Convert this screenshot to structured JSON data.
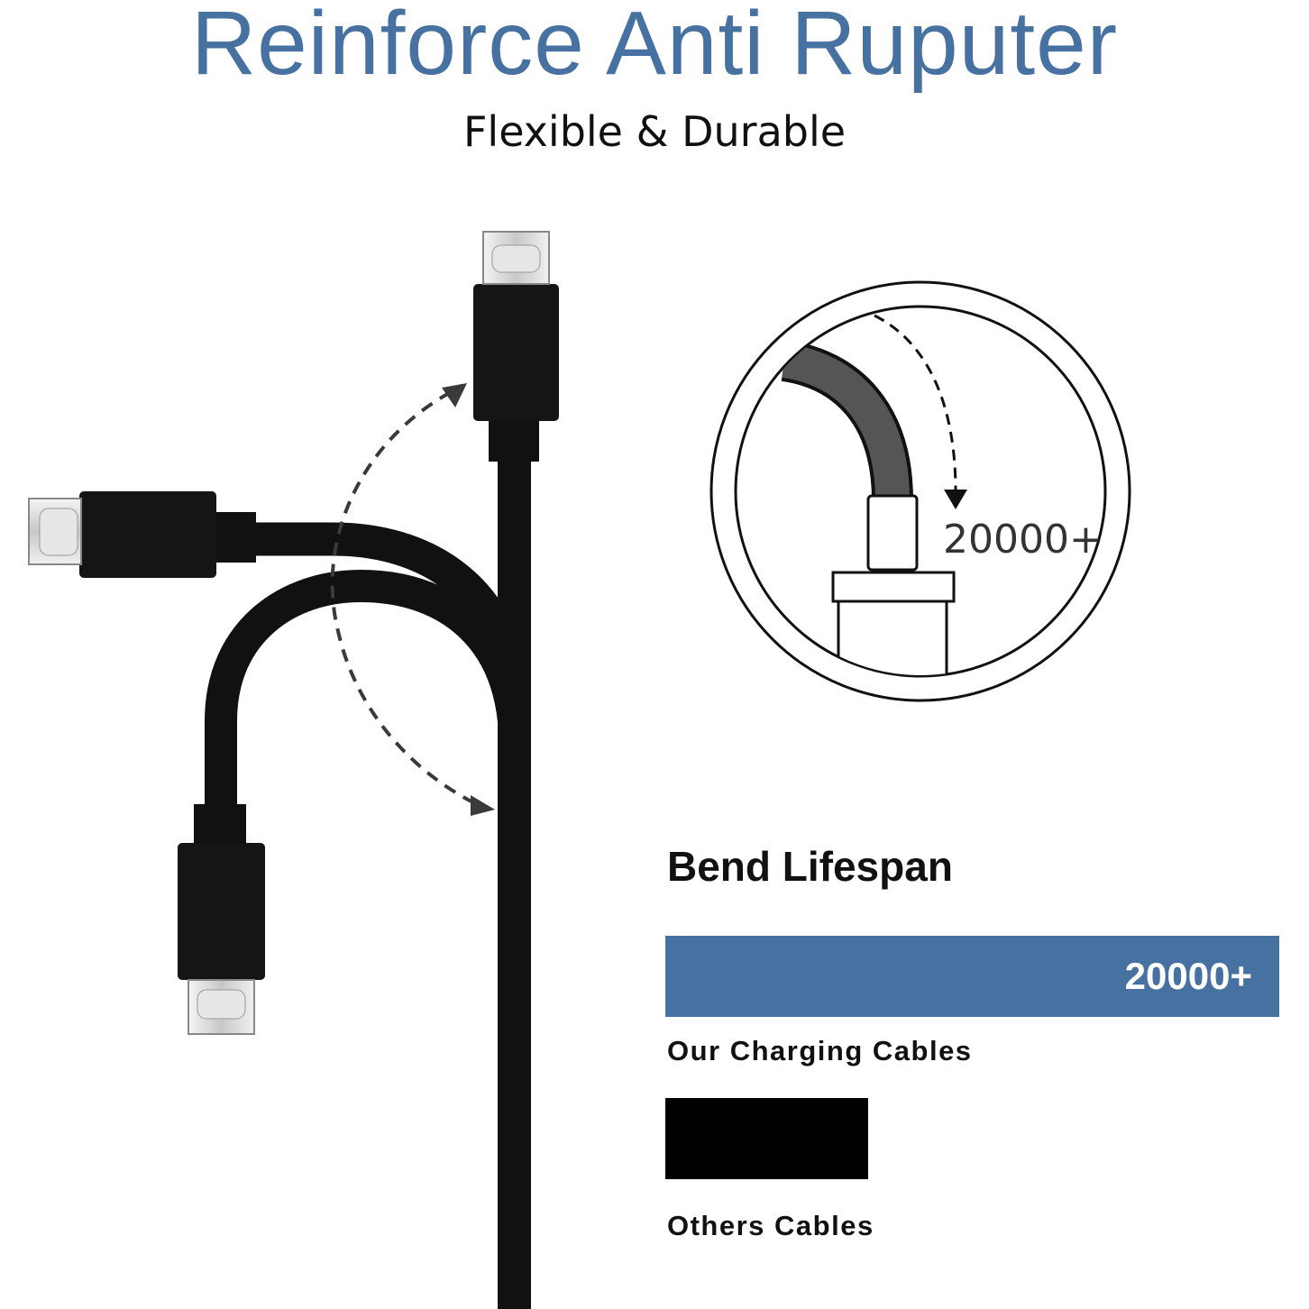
{
  "header": {
    "title": "Reinforce Anti Ruputer",
    "subtitle": "Flexible & Durable"
  },
  "illustration": {
    "circle_label": "20000+",
    "icons": [
      "usb-c-cable-icon",
      "bend-arrow-icon",
      "bent-cable-icon"
    ]
  },
  "bend_lifespan": {
    "heading": "Bend Lifespan",
    "ours": {
      "value_text": "20000+",
      "label": "Our Charging Cables",
      "relative_level": 1.0
    },
    "others": {
      "label": "Others Cables",
      "relative_level": 0.33
    }
  },
  "colors": {
    "title": "#4671A1",
    "bar_ours": "#4671A1",
    "bar_others": "#000000",
    "cable": "#111111"
  }
}
